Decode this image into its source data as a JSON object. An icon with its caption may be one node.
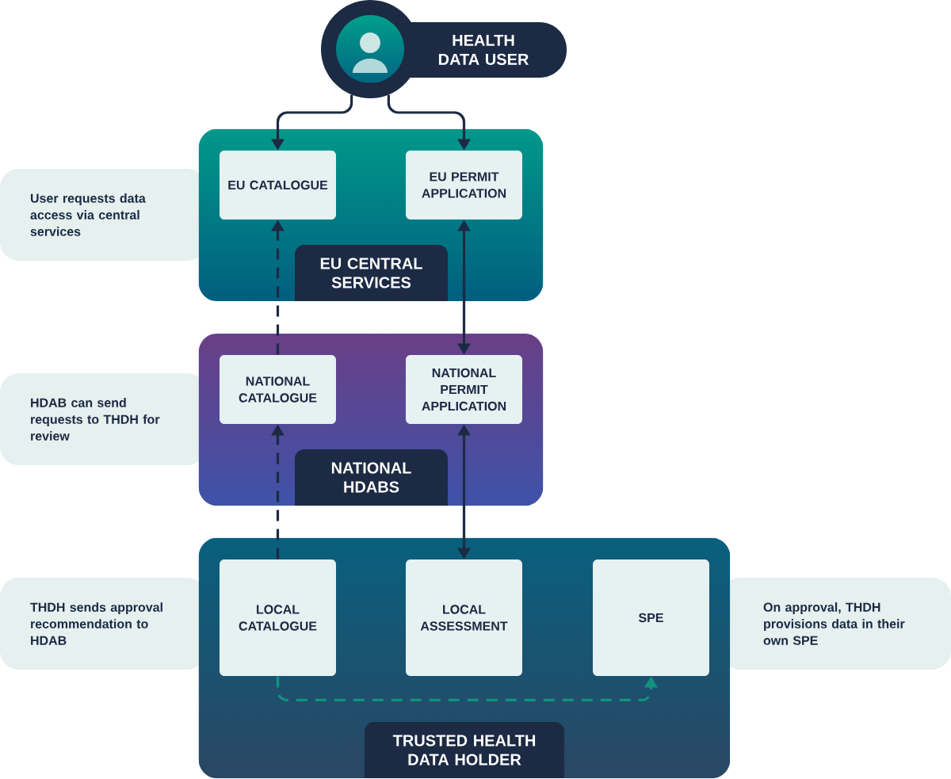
{
  "diagram": {
    "nodes": [
      {
        "text": [
          "HEALTH DATA USER"
        ]
      },
      {
        "text": [
          "EU CENTRAL SERVICES"
        ]
      },
      {
        "text": [
          "EU CATALOGUE"
        ],
        "in": 1
      },
      {
        "text": [
          "EU PERMIT APPLICATION"
        ],
        "in": 1
      },
      {
        "text": [
          "NATIONAL HDABS"
        ]
      },
      {
        "text": [
          "NATIONAL CATALOGUE"
        ],
        "in": 4
      },
      {
        "text": [
          "NATIONAL PERMIT APPLICATION"
        ],
        "in": 4
      },
      {
        "text": [
          "TRUSTED HEALTH DATA HOLDER"
        ]
      },
      {
        "text": [
          "LOCAL CATALOGUE"
        ],
        "in": 7
      },
      {
        "text": [
          "LOCAL ASSESSMENT"
        ],
        "in": 7
      },
      {
        "text": [
          "SPE"
        ],
        "in": 7
      },
      {
        "text": [
          "User requests data access via central services"
        ]
      },
      {
        "text": [
          "HDAB can send requests to THDH for review"
        ]
      },
      {
        "text": [
          "THDH sends approval recommendation to HDAB"
        ]
      },
      {
        "text": [
          "On approval, THDH provisions data in their own SPE"
        ]
      }
    ],
    "edges": [
      {
        "from": 0,
        "to": 2,
        "arrow": "to"
      },
      {
        "from": 0,
        "to": 3,
        "arrow": "to"
      },
      {
        "from": 5,
        "to": 2,
        "arrow": "to",
        "style": "dashed"
      },
      {
        "from": 3,
        "to": 6,
        "arrow": "both"
      },
      {
        "from": 8,
        "to": 5,
        "arrow": "to",
        "style": "dashed"
      },
      {
        "from": 6,
        "to": 9,
        "arrow": "both"
      },
      {
        "from": 8,
        "to": 10,
        "arrow": "to",
        "style": "dashed",
        "color": "#12937c"
      }
    ]
  }
}
